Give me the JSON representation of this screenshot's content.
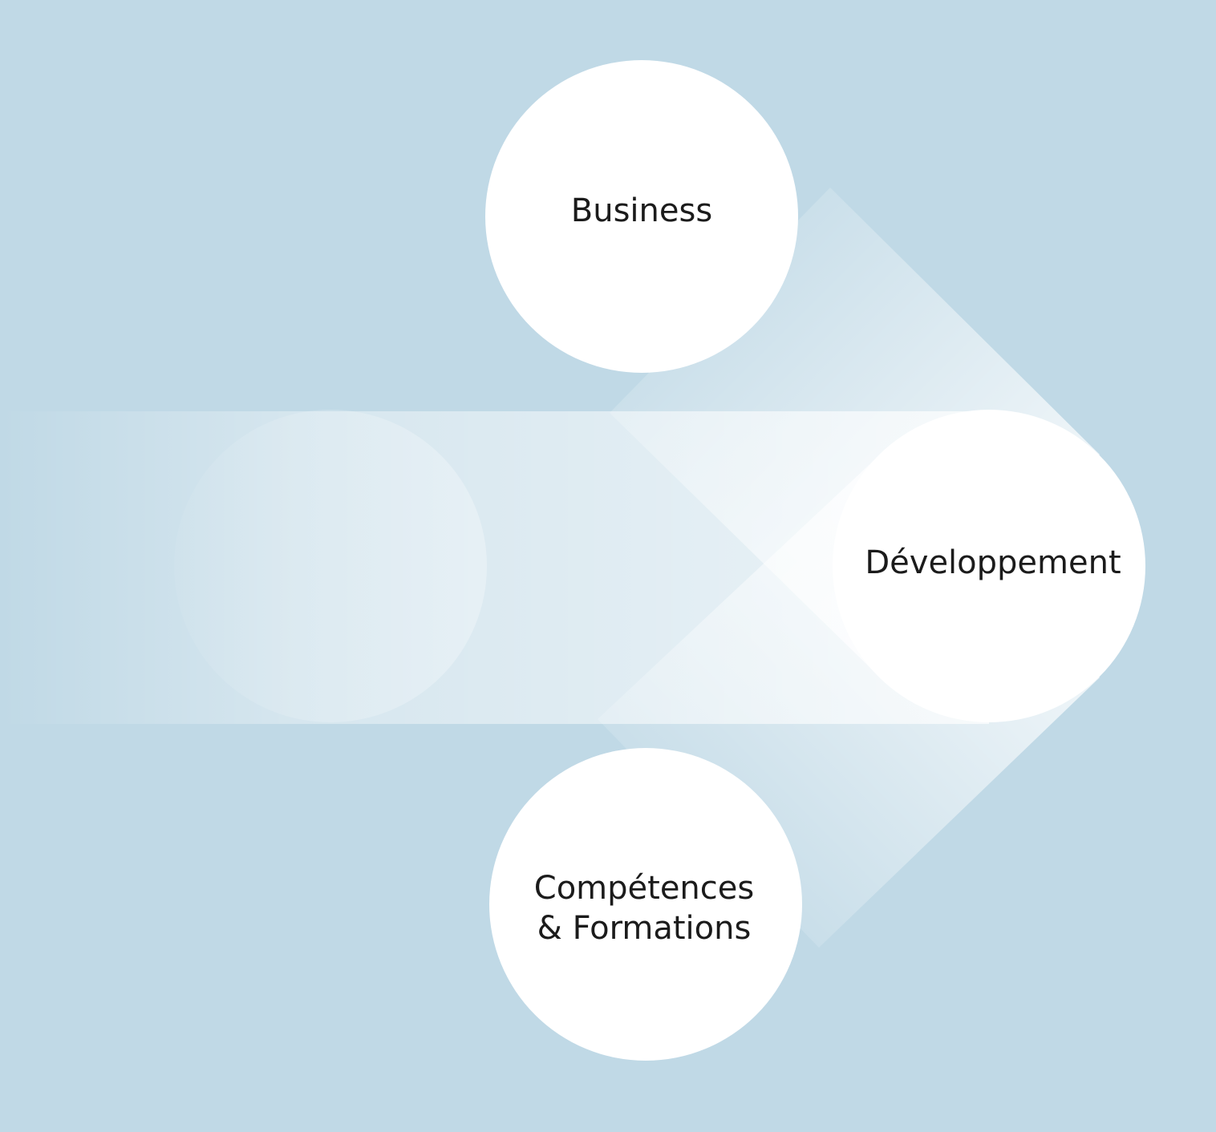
{
  "colors": {
    "background": "#c0d9e6",
    "circle": "#ffffff",
    "text": "#1b1b1b"
  },
  "nodes": {
    "business": {
      "label": "Business"
    },
    "developpement": {
      "label": "Développement"
    },
    "competences": {
      "label_line1": "Compétences",
      "label_line2": "& Formations"
    }
  }
}
